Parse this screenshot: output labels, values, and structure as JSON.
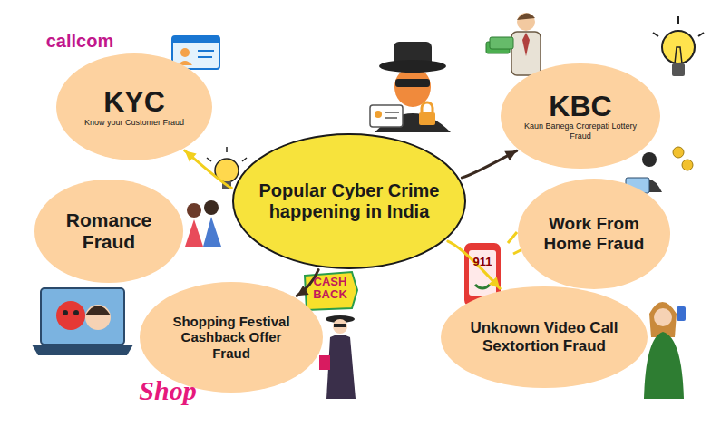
{
  "diagram": {
    "nodes": [
      {
        "text": [
          "KYC",
          "Know your Customer Fraud"
        ]
      },
      {
        "text": [
          "KBC",
          "Kaun Banega Crorepati Lottery Fraud"
        ]
      },
      {
        "text": [
          "Popular Cyber Crime happening in India"
        ]
      },
      {
        "text": [
          "Romance Fraud"
        ]
      },
      {
        "text": [
          "Work From Home Fraud"
        ]
      },
      {
        "text": [
          "Shopping Festival Cashback Offer Fraud"
        ]
      },
      {
        "text": [
          "Unknown Video Call Sextortion Fraud"
        ]
      }
    ],
    "edges": [
      {
        "from": 2,
        "to": 0,
        "arrow": "to"
      },
      {
        "from": 2,
        "to": 1,
        "arrow": "to"
      },
      {
        "from": 2,
        "to": 5,
        "arrow": "to"
      },
      {
        "from": 2,
        "to": 6,
        "arrow": "to"
      }
    ],
    "labels": [
      "callcom",
      "911",
      "CASH BACK",
      "Shop"
    ]
  }
}
